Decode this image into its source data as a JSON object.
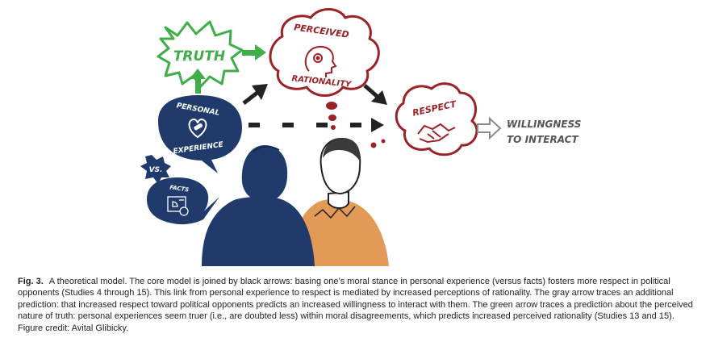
{
  "figure": {
    "truth_label": "TRUTH",
    "perceived_label": "PERCEIVED",
    "rationality_label": "RATIONALITY",
    "respect_label": "RESPECT",
    "personal_label": "PERSONAL",
    "experience_label": "EXPERIENCE",
    "vs_label": "VS.",
    "facts_label": "FACTS",
    "willingness_line1": "WILLINGNESS",
    "willingness_line2": "TO INTERACT",
    "colors": {
      "green": "#3fae49",
      "red": "#9b2226",
      "navy": "#1f3a6b",
      "orange": "#e39a57",
      "gray": "#8a8a8a",
      "black": "#222222"
    }
  },
  "caption": {
    "label": "Fig. 3.",
    "text": "A theoretical model. The core model is joined by black arrows: basing one’s moral stance in personal experience (versus facts) fosters more respect in political opponents (Studies 4 through 15). This link from personal experience to respect is mediated by increased perceptions of rationality. The gray arrow traces an additional prediction: that increased respect toward political opponents predicts an increased willingness to interact with them. The green arrow traces a prediction about the perceived nature of truth: personal experiences seem truer (i.e., are doubted less) within moral disagreements, which predicts increased perceived rationality (Studies 13 and 15). Figure credit: Avital Glibicky."
  }
}
